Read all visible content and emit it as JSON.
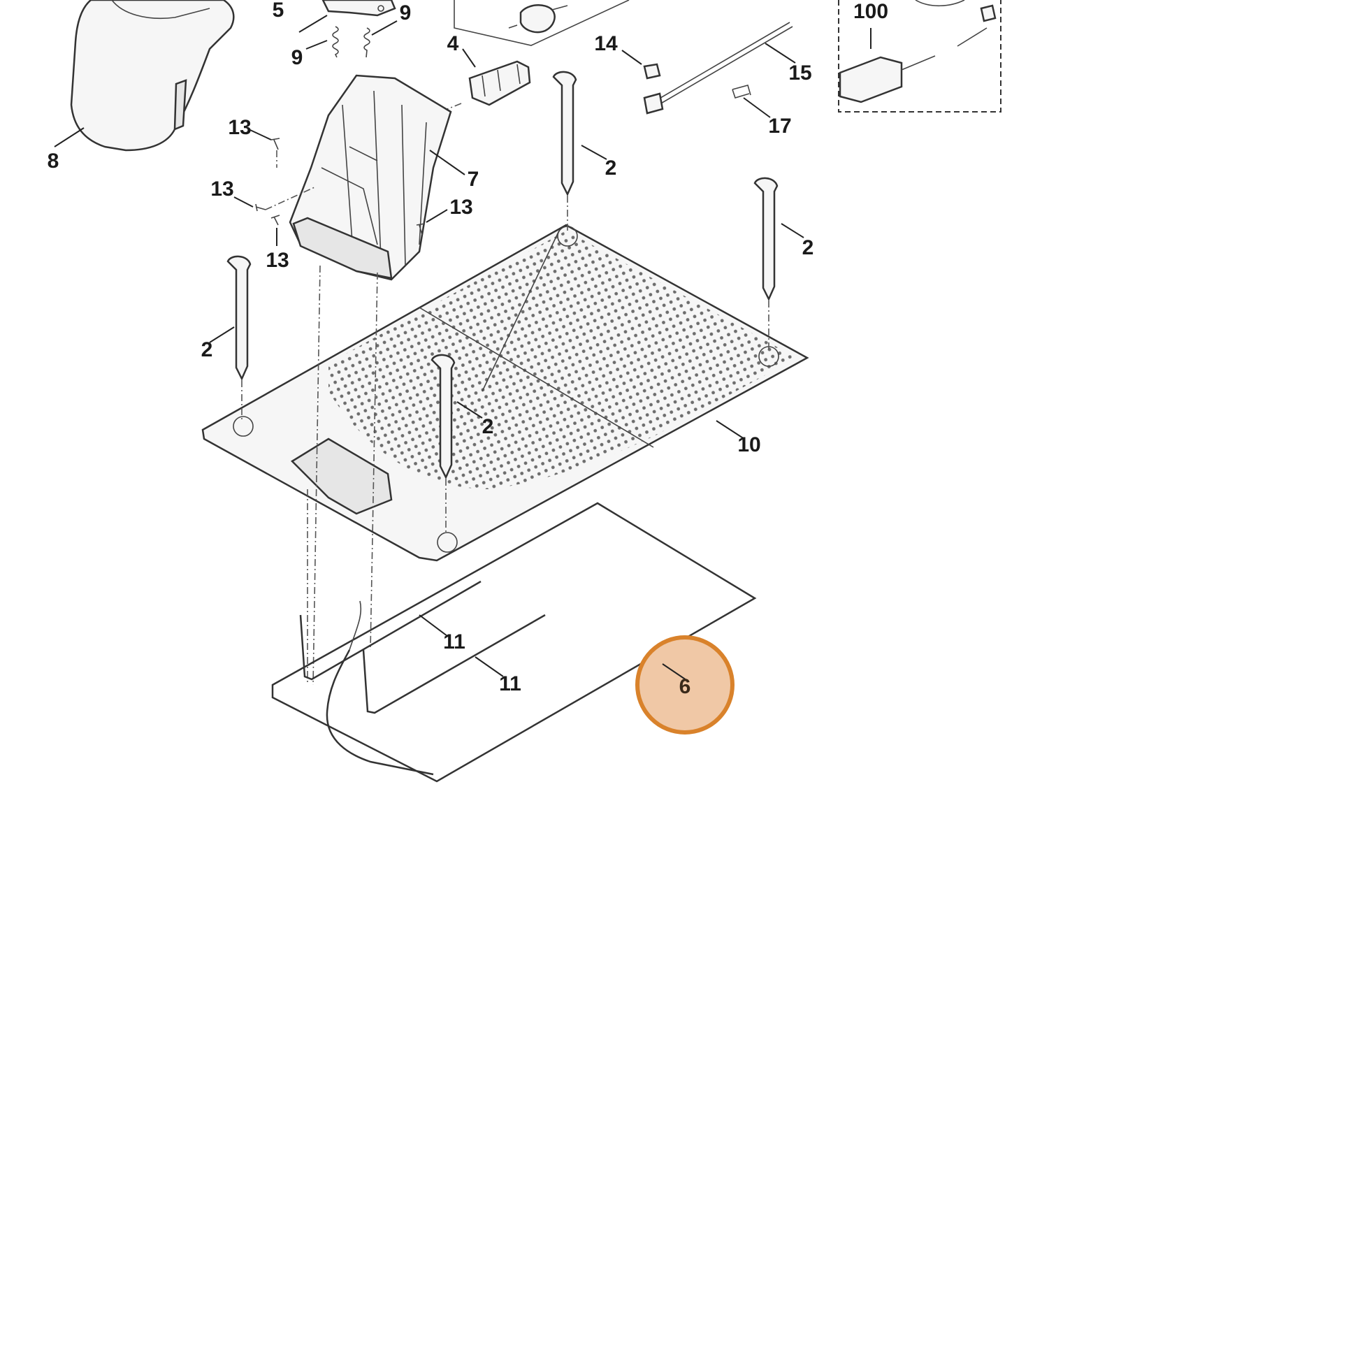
{
  "diagram": {
    "part_labels": [
      {
        "id": "label-5",
        "text": "5"
      },
      {
        "id": "label-9a",
        "text": "9"
      },
      {
        "id": "label-9b",
        "text": "9"
      },
      {
        "id": "label-4",
        "text": "4"
      },
      {
        "id": "label-14",
        "text": "14"
      },
      {
        "id": "label-15",
        "text": "15"
      },
      {
        "id": "label-17",
        "text": "17"
      },
      {
        "id": "label-100",
        "text": "100"
      },
      {
        "id": "label-8",
        "text": "8"
      },
      {
        "id": "label-13a",
        "text": "13"
      },
      {
        "id": "label-13b",
        "text": "13"
      },
      {
        "id": "label-13c",
        "text": "13"
      },
      {
        "id": "label-13d",
        "text": "13"
      },
      {
        "id": "label-7",
        "text": "7"
      },
      {
        "id": "label-2a",
        "text": "2"
      },
      {
        "id": "label-2b",
        "text": "2"
      },
      {
        "id": "label-2c",
        "text": "2"
      },
      {
        "id": "label-2d",
        "text": "2"
      },
      {
        "id": "label-10",
        "text": "10"
      },
      {
        "id": "label-11a",
        "text": "11"
      },
      {
        "id": "label-11b",
        "text": "11"
      }
    ],
    "highlighted_label": "6",
    "highlight_color": "#d9822b",
    "highlight_fill": "#f0c8a6"
  }
}
